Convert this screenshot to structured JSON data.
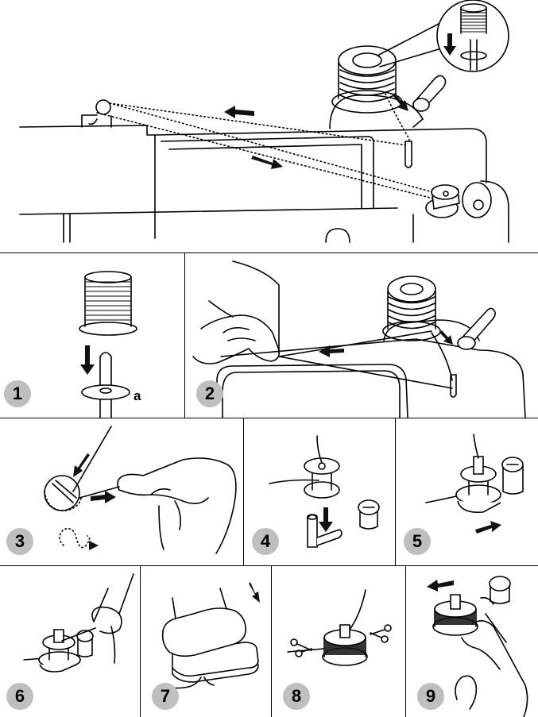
{
  "diagram": {
    "steps": [
      {
        "number": "1",
        "label": "a"
      },
      {
        "number": "2"
      },
      {
        "number": "3"
      },
      {
        "number": "4"
      },
      {
        "number": "5"
      },
      {
        "number": "6"
      },
      {
        "number": "7"
      },
      {
        "number": "8"
      },
      {
        "number": "9"
      }
    ],
    "colors": {
      "line": "#000000",
      "badge": "#bfbfbf",
      "background": "#ffffff"
    },
    "icons": [
      "arrow-icon",
      "spool-icon",
      "spool-pin-icon",
      "bobbin-icon",
      "bobbin-winder-icon",
      "hand-icon",
      "foot-pedal-icon",
      "scissors-icon"
    ]
  }
}
